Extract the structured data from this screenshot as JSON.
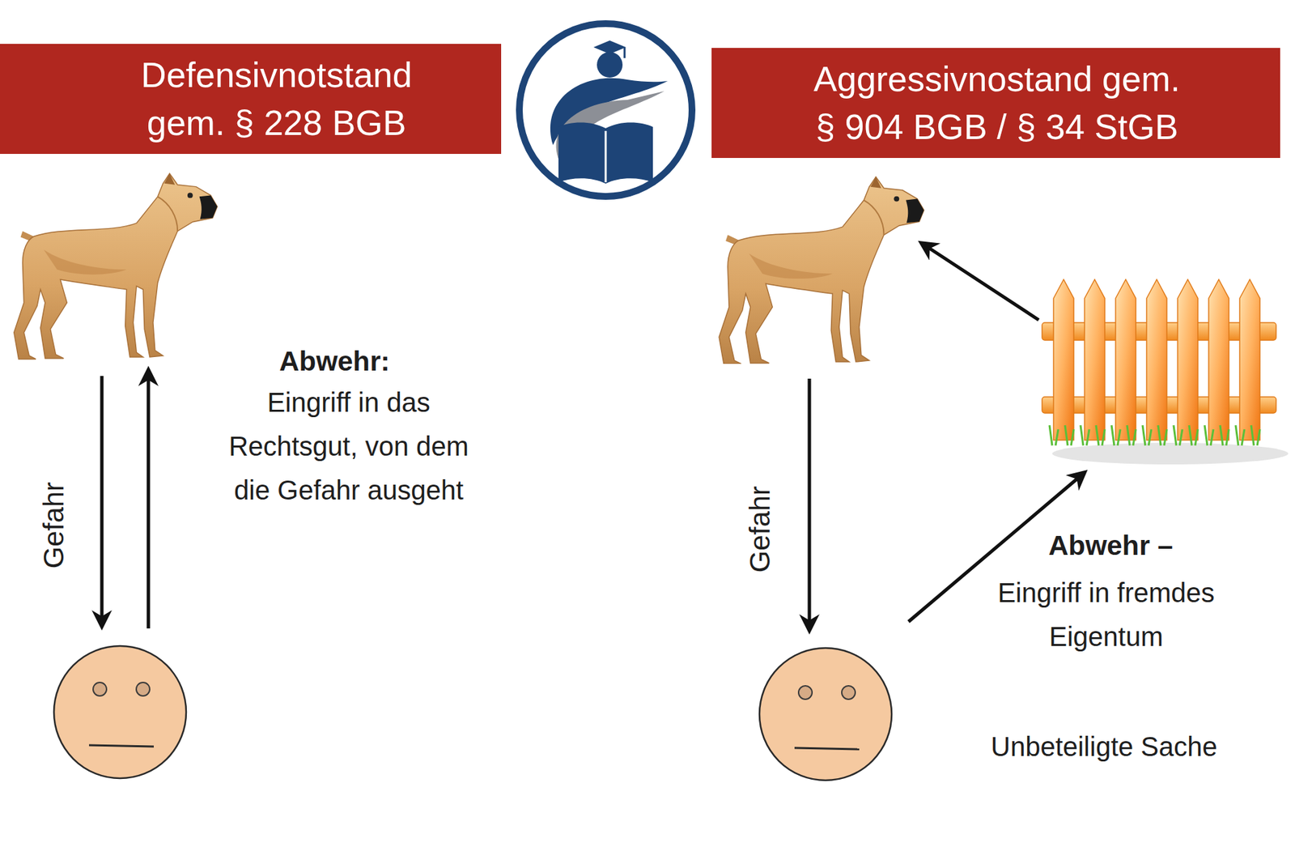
{
  "diagram": {
    "nodes": [
      {
        "text": [
          "Defensivnotstand gem. § 228 BGB"
        ]
      },
      {
        "text": [
          "Aggressivnostand gem. § 904 BGB / § 34 StGB"
        ]
      }
    ],
    "labels": [
      "Abwehr:",
      "Eingriff in das Rechtsgut, von dem die Gefahr ausgeht",
      "Gefahr",
      "Gefahr",
      "Abwehr –",
      "Eingriff in fremdes Eigentum",
      "Unbeteiligte Sache"
    ]
  }
}
